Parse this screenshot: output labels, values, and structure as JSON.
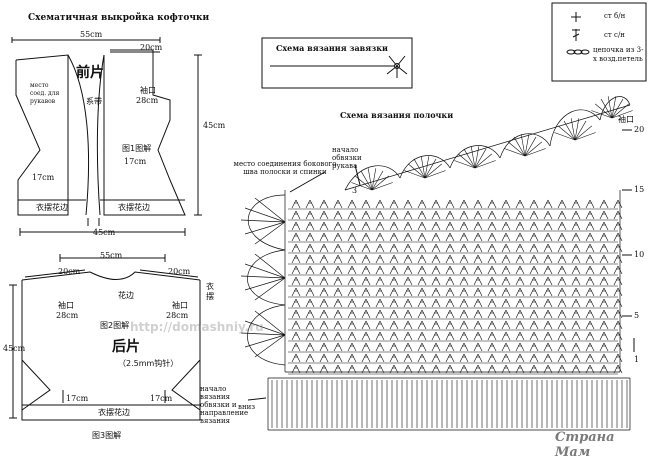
{
  "left_title": "Схематичная выкройка кофточки",
  "front": {
    "width_top": "55cm",
    "shoulder": "20cm",
    "height": "45cm",
    "title": "前片",
    "sleeve_label": "袖口",
    "sleeve_size": "28cm",
    "tie_label": "系带",
    "side_note": "место соед. для рукавов",
    "lower_side": "17cm",
    "figure": "图1图解",
    "hem_left": "衣摆花边",
    "hem_right": "衣摆花边",
    "width_bottom": "45cm"
  },
  "back": {
    "width_top": "55cm",
    "shoulder_left": "20cm",
    "shoulder_right": "20cm",
    "collar": "花边",
    "hem_side": "衣摆",
    "height": "45cm",
    "sleeve_left_label": "袖口",
    "sleeve_left_size": "28cm",
    "sleeve_right_label": "袖口",
    "sleeve_right_size": "28cm",
    "figure_mid": "图2图解",
    "title": "后片",
    "hook": "（2.5mm钩针）",
    "lower_left": "17cm",
    "lower_right": "17cm",
    "hem": "衣摆花边",
    "figure": "图3图解"
  },
  "tie_box": {
    "title": "Схема вязания завязки"
  },
  "legend": {
    "sc": "ст б/н",
    "dc": "ст с/н",
    "chain": "цепочка из 3-х возд.петель"
  },
  "shelf_title": "Схема вязания полочки",
  "annotations": {
    "join": "место соединения бокового шва полоски и спинки",
    "start_sleeve": "начало обвязки рукава",
    "start_knit": "начало вязания обвязки и направление вязания",
    "direction": "вниз",
    "sleeve_cuff": "袖口",
    "row_20": "20",
    "row_15": "15",
    "row_10": "10",
    "row_5": "5",
    "row_1": "1",
    "num_3": "3"
  },
  "watermark": "http://domashniy.ru",
  "logo": "Страна Мам"
}
